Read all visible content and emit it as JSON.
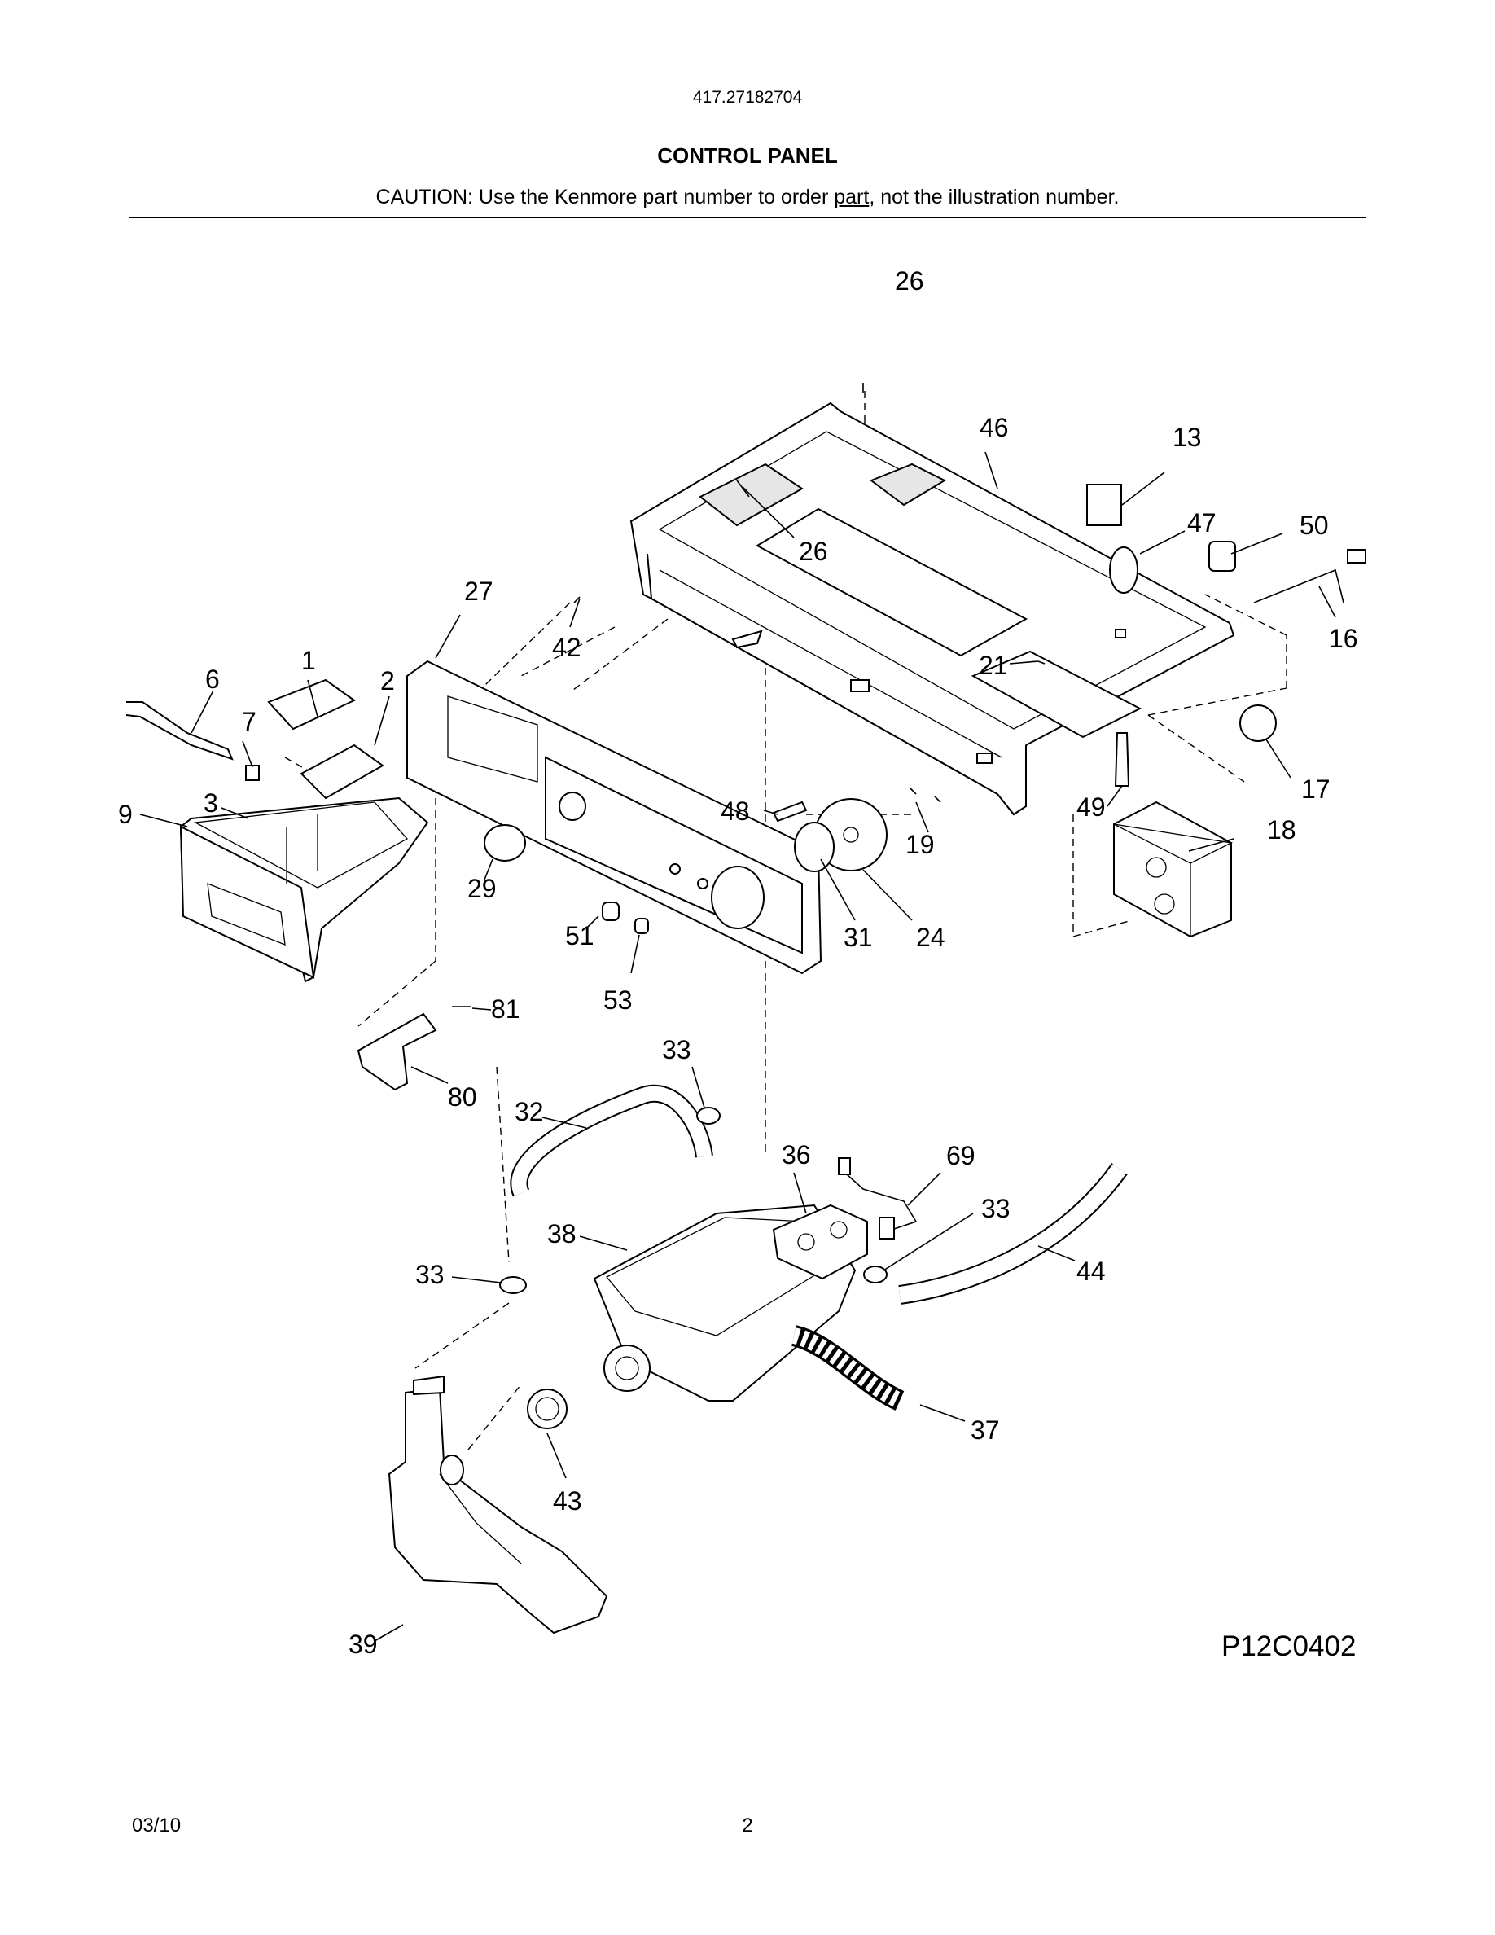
{
  "header": {
    "model_number": "417.27182704",
    "title": "CONTROL PANEL",
    "caution_before": "CAUTION: Use the Kenmore part number to order ",
    "caution_underlined": "part",
    "caution_after": ", not the illustration number."
  },
  "callouts": [
    "26",
    "46",
    "13",
    "47",
    "50",
    "26",
    "16",
    "27",
    "42",
    "21",
    "1",
    "6",
    "2",
    "7",
    "9",
    "3",
    "48",
    "19",
    "49",
    "17",
    "18",
    "29",
    "51",
    "31",
    "24",
    "53",
    "81",
    "33",
    "80",
    "32",
    "36",
    "69",
    "33",
    "38",
    "33",
    "44",
    "37",
    "43",
    "39"
  ],
  "footer": {
    "diagram_code": "P12C0402",
    "date": "03/10",
    "page_number": "2"
  }
}
